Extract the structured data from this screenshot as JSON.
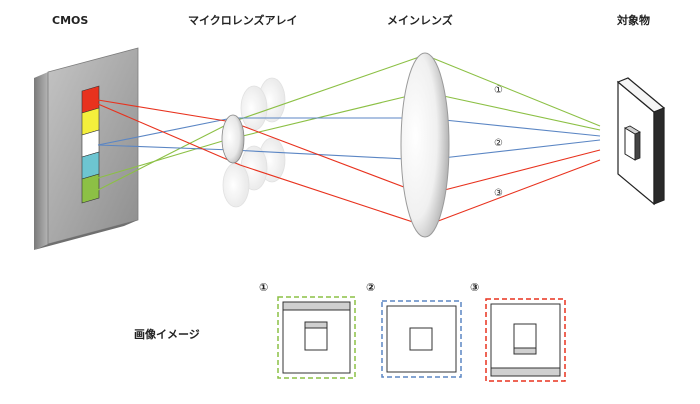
{
  "labels": {
    "cmos": "CMOS",
    "microlens": "マイクロレンズアレイ",
    "main_lens": "メインレンズ",
    "object": "対象物",
    "image": "画像イメージ"
  },
  "rays": {
    "ray1": "①",
    "ray2": "②",
    "ray3": "③"
  },
  "images": [
    {
      "number": "①"
    },
    {
      "number": "②"
    },
    {
      "number": "③"
    }
  ],
  "colors": {
    "red": "#e8321e",
    "yellow": "#f4ef3c",
    "white": "#ffffff",
    "cyan": "#6dc5d1",
    "green": "#8cc045",
    "blue": "#5b86c4",
    "ray_green": "#8cc045",
    "ray_blue": "#5b86c4",
    "ray_red": "#e8321e"
  }
}
